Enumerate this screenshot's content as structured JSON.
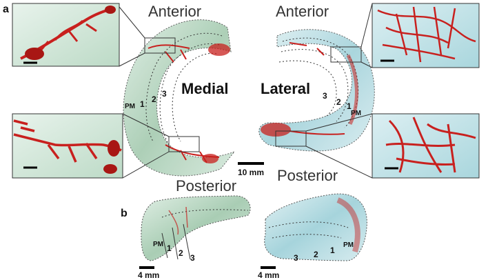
{
  "panel_labels": {
    "a": "a",
    "b": "b"
  },
  "orientation": {
    "anterior_left": "Anterior",
    "anterior_right": "Anterior",
    "posterior_left": "Posterior",
    "posterior_right": "Posterior"
  },
  "sides": {
    "medial": "Medial",
    "lateral": "Lateral"
  },
  "zone_labels": {
    "pm": "PM",
    "zone1": "1",
    "zone2": "2",
    "zone3": "3"
  },
  "scale_bars": {
    "panel_a": "10 mm",
    "panel_b_left": "4 mm",
    "panel_b_right": "4 mm"
  },
  "colors": {
    "medial_tissue": "#bcd9c6",
    "lateral_tissue": "#b7dde3",
    "vessels": "#c8201e",
    "outline": "#555555"
  }
}
